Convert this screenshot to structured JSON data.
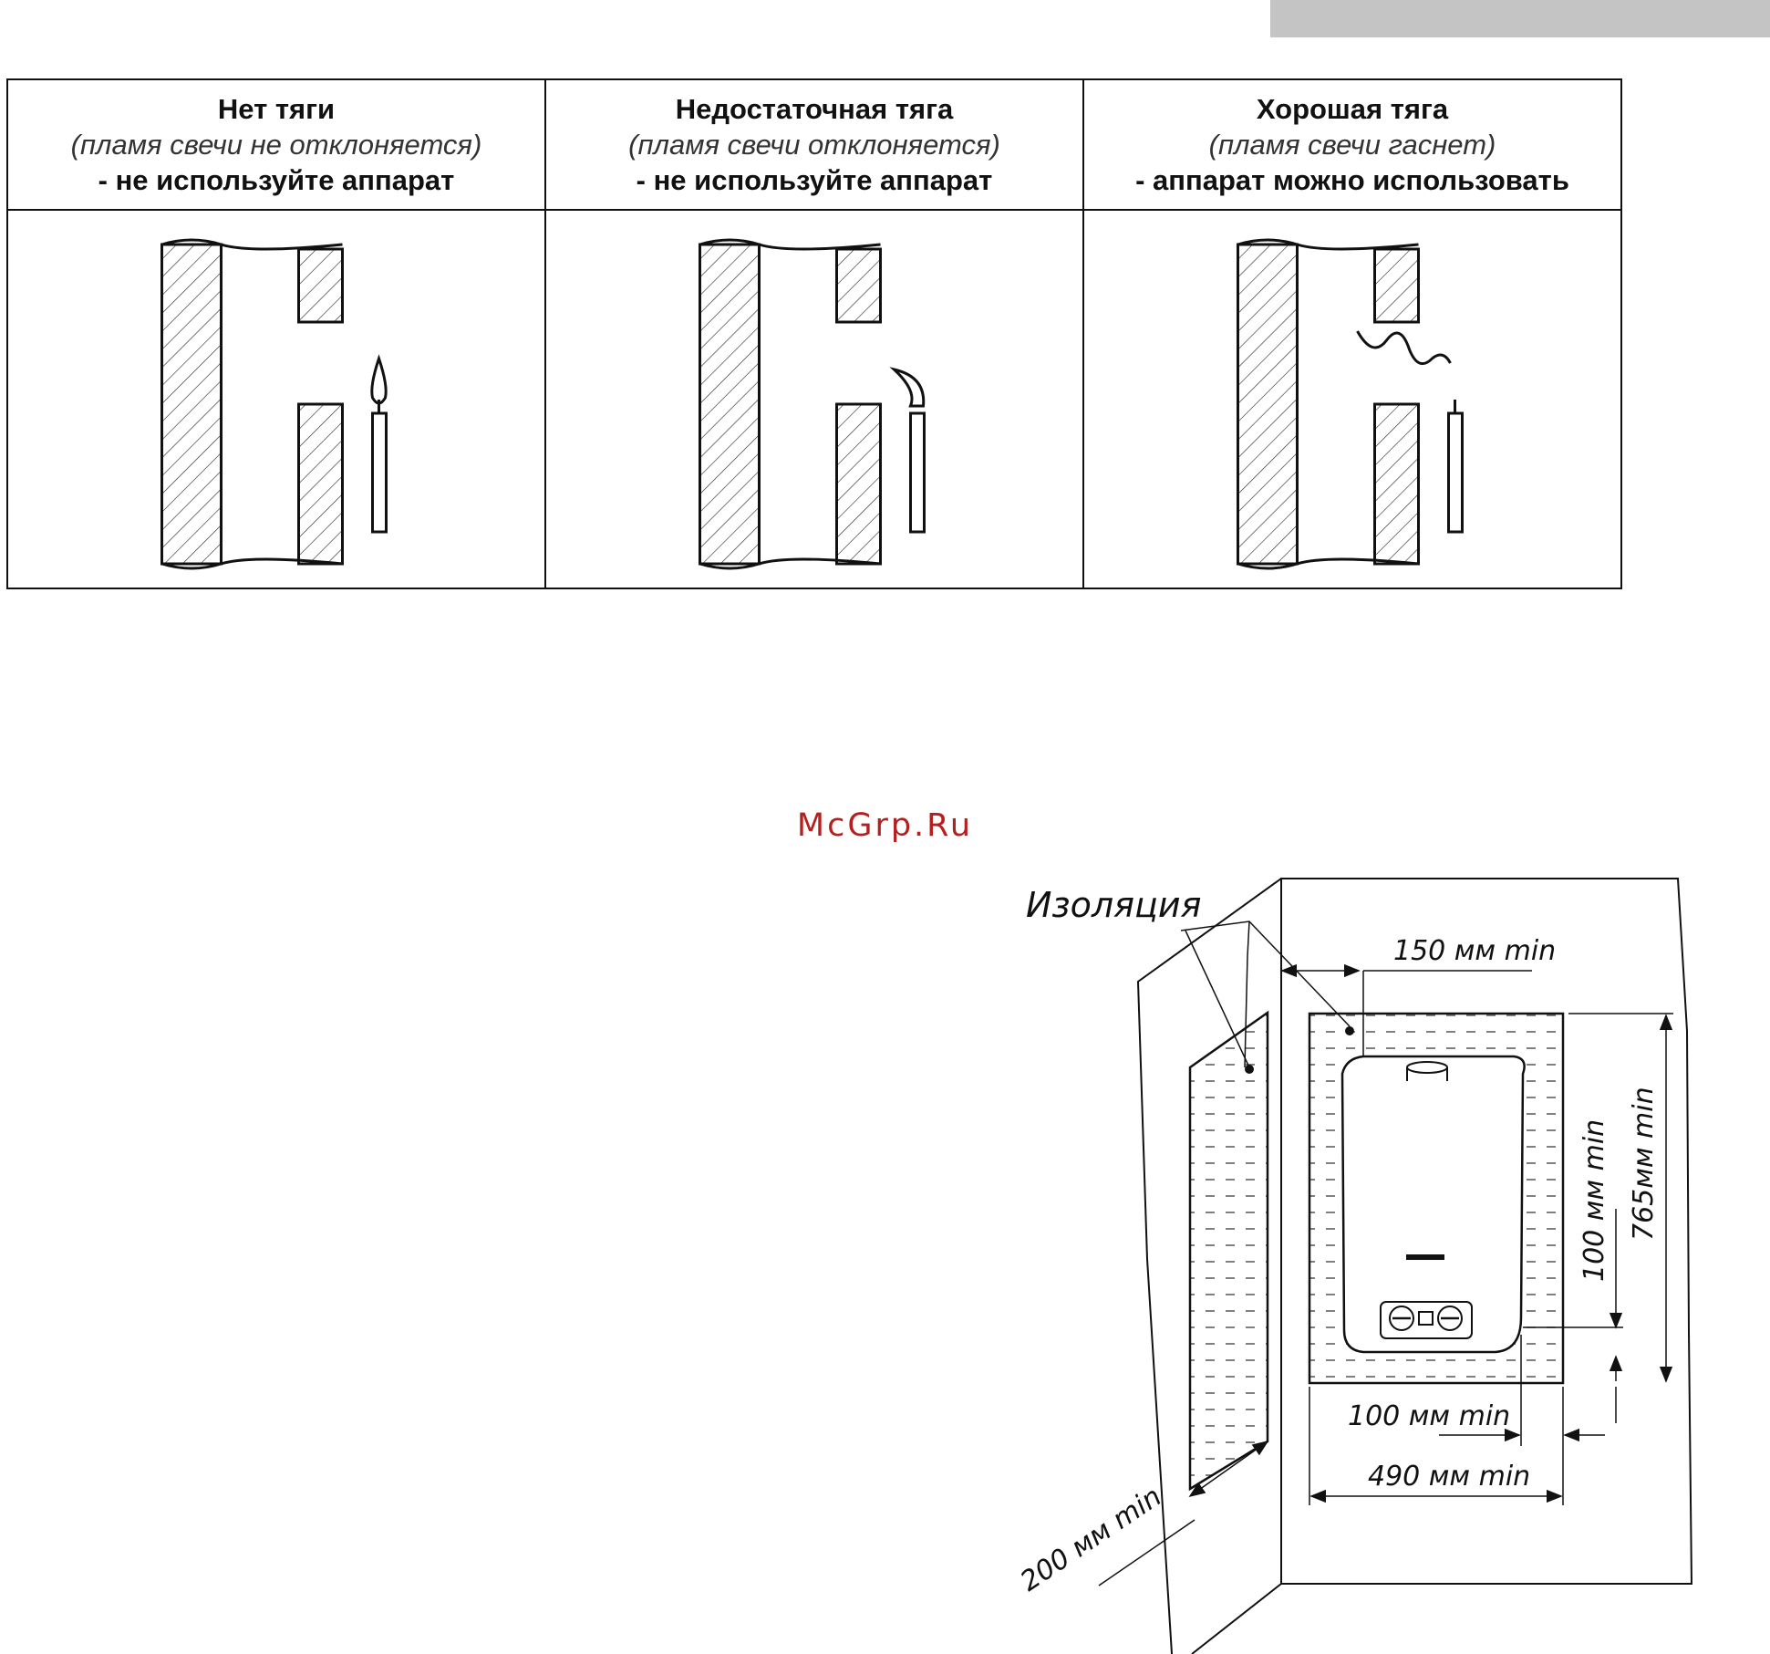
{
  "draft_table": {
    "columns": [
      {
        "title": "Нет тяги",
        "subtitle": "(пламя свечи не отклоняется)",
        "note": "- не используйте аппарат",
        "flame": "upright"
      },
      {
        "title": "Недостаточная тяга",
        "subtitle": "(пламя свечи  отклоняется)",
        "note": "- не используйте аппарат",
        "flame": "deflected"
      },
      {
        "title": "Хорошая тяга",
        "subtitle": "(пламя свечи гаснет)",
        "note": "- аппарат можно  использовать",
        "flame": "extinguished"
      }
    ]
  },
  "watermark": "McGrp.Ru",
  "installation": {
    "insulation_label": "Изоляция",
    "dim_top": "150 мм min",
    "dim_right_inner": "100 мм min",
    "dim_right_outer": "765мм min",
    "dim_bottom_inner": "100 мм min",
    "dim_bottom_outer": "490 мм min",
    "dim_side_wall": "200 мм min"
  },
  "colors": {
    "watermark": "#b5201f",
    "top_bar": "#c4c4c4",
    "line": "#111111"
  }
}
